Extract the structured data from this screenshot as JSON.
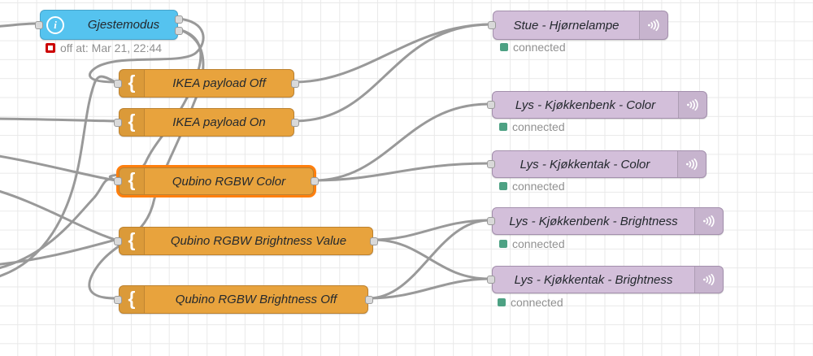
{
  "app": {
    "view": "node-red-flow-canvas"
  },
  "colors": {
    "wire": "#999999",
    "grid_line": "#e9e9e9",
    "node_orange": "#E8A33D",
    "node_blue": "#55C3EF",
    "node_purple": "#D3BFDA",
    "selected_outline": "#ff7f0e",
    "status_green": "#4DA183",
    "status_red": "#CC0202",
    "status_text": "#909090"
  },
  "icons": {
    "info_glyph": "i",
    "change_node_glyph": "{"
  },
  "nodes": {
    "gjestemodus": {
      "label": "Gjestemodus",
      "status_text": "off at: Mar 21, 22:44"
    },
    "ikea_payload_off": {
      "label": "IKEA payload Off"
    },
    "ikea_payload_on": {
      "label": "IKEA payload On"
    },
    "qubino_rgbw_color": {
      "label": "Qubino RGBW Color",
      "selected": true
    },
    "qubino_rgbw_brightness_value": {
      "label": "Qubino RGBW Brightness Value"
    },
    "qubino_rgbw_brightness_off": {
      "label": "Qubino RGBW Brightness Off"
    },
    "stue_hjornelampe": {
      "label": "Stue - Hjørnelampe",
      "status_text": "connected"
    },
    "lys_kjokkenbenk_color": {
      "label": "Lys - Kjøkkenbenk - Color",
      "status_text": "connected"
    },
    "lys_kjokkentak_color": {
      "label": "Lys - Kjøkkentak - Color",
      "status_text": "connected"
    },
    "lys_kjokkenbenk_brightness": {
      "label": "Lys - Kjøkkenbenk - Brightness",
      "status_text": "connected"
    },
    "lys_kjokkentak_brightness": {
      "label": "Lys - Kjøkkentak - Brightness",
      "status_text": "connected"
    }
  }
}
